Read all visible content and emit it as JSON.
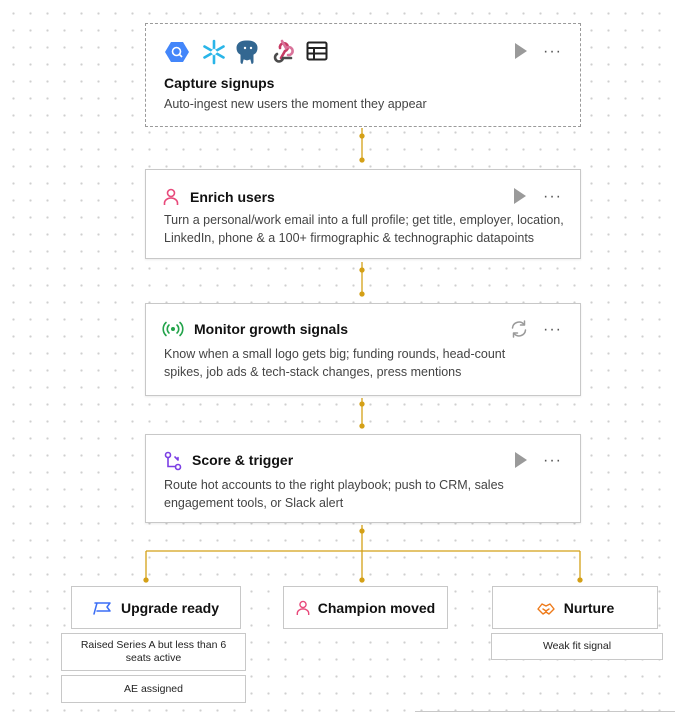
{
  "colors": {
    "connector": "#d4a017",
    "pink": "#e84a7b",
    "green": "#22a34a",
    "purple": "#7b3fe4",
    "blue": "#3b6ef5",
    "orange": "#ee7a1a"
  },
  "capture": {
    "title": "Capture signups",
    "desc": "Auto-ingest new users the moment they appear",
    "icons": [
      "bigquery-icon",
      "snowflake-icon",
      "postgres-icon",
      "webhook-icon",
      "table-icon"
    ]
  },
  "enrich": {
    "title": "Enrich users",
    "desc1": "Turn a personal/work email into a full profile; get title, employer, location,",
    "desc2": "LinkedIn, phone & a 100+ firmographic & technographic datapoints",
    "icon": "person-icon"
  },
  "monitor": {
    "title": "Monitor growth signals",
    "desc1": "Know when a small logo gets big; funding rounds, head-count",
    "desc2": "spikes, job ads & tech-stack changes, press mentions",
    "icon": "signal-icon"
  },
  "score": {
    "title": "Score & trigger",
    "desc1": "Route hot accounts to the right playbook; push to CRM, sales",
    "desc2": "engagement tools, or Slack alert",
    "icon": "branch-icon"
  },
  "branches": {
    "upgrade": {
      "label": "Upgrade ready",
      "icon": "flag-icon",
      "notes": [
        "Raised Series A but less than 6 seats active",
        "AE assigned"
      ]
    },
    "champion": {
      "label": "Champion moved",
      "icon": "person-icon"
    },
    "nurture": {
      "label": "Nurture",
      "icon": "handshake-icon",
      "notes": [
        "Weak fit signal"
      ]
    }
  }
}
